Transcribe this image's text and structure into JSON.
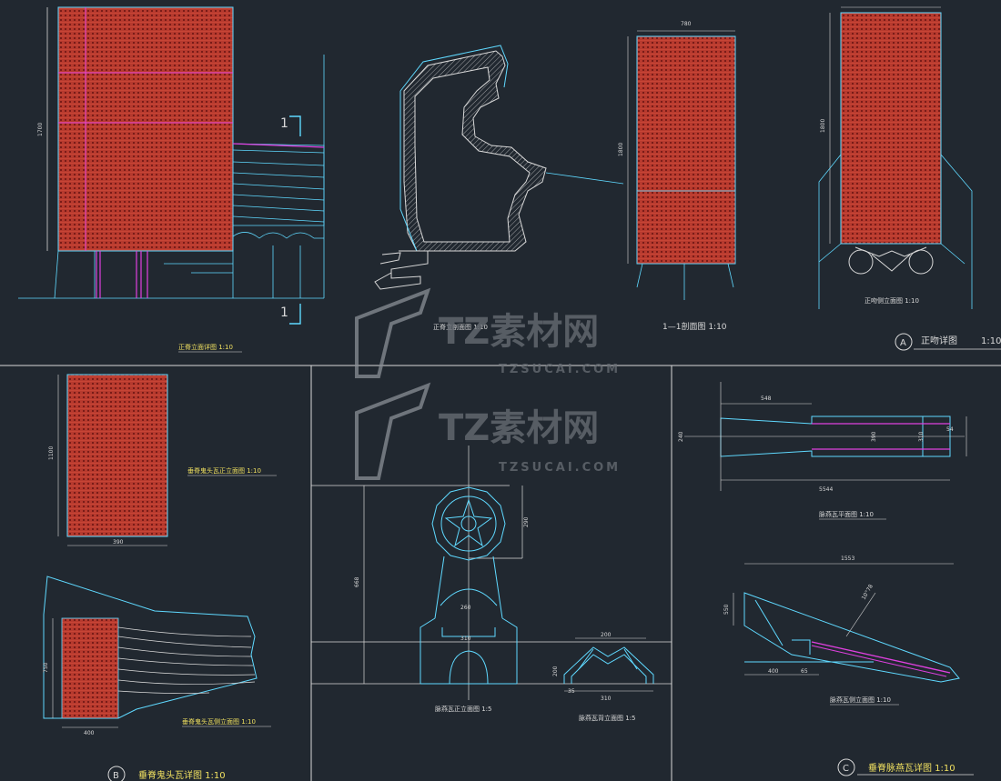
{
  "colors": {
    "background": "#212830",
    "line": "#5fd9ff",
    "line_white": "#d9d9d9",
    "hatch_red": "#c0392b",
    "hatch_dark": "#8a1f1f",
    "magenta": "#e040e0",
    "watermark": "#6a6f76"
  },
  "titles": {
    "front_elevation": "正脊立面详图 1:10",
    "front_section": "正脊立剖面图 1:10",
    "section_1_1": "1—1剖面图 1:10",
    "zhengwen_side": "正吻侧立面图 1:10",
    "zhengwen_detail": "正吻详图",
    "zhengwen_detail_scale": "1:10",
    "ridge_head_front": "垂脊鬼头瓦正立面图 1:10",
    "ridge_head_side": "垂脊鬼头瓦侧立面图 1:10",
    "ridge_head_detail": "垂脊鬼头瓦详图 1:10",
    "swallow_tile_front": "脉燕瓦正立面图 1:5",
    "swallow_tile_back": "脉燕瓦背立面图 1:5",
    "swallow_tile_plan": "脉燕瓦平面图 1:10",
    "swallow_tile_side": "脉燕瓦侧立面图 1:10",
    "ridge_swallow_detail": "垂脊脉燕瓦详图 1:10"
  },
  "markers": {
    "a": "A",
    "b": "B",
    "c": "C",
    "section_top": "1",
    "section_bottom": "1"
  },
  "dims": {
    "front_height": "1700",
    "section_height": "1800",
    "section_width": "780",
    "side_height": "1800",
    "head_front_height": "1100",
    "head_front_width": "390",
    "head_side_height": "750",
    "head_side_width": "400",
    "plan_top": "548",
    "plan_left": "240",
    "plan_mid": "390",
    "plan_right_a": "54",
    "plan_right_b": "310",
    "plan_bottom": "5544",
    "tile_front_height": "668",
    "tile_front_top": "290",
    "tile_front_mid": "260",
    "tile_front_base": "310",
    "tile_back_top": "200",
    "tile_back_bottom": "310",
    "tile_back_a": "35",
    "tile_back_b": "200",
    "side_top": "1553",
    "side_left": "550",
    "side_bottom_a": "400",
    "side_bottom_b": "65",
    "side_slope": "10°78"
  },
  "watermark": {
    "brand": "TZ素材网",
    "url": "TZSUCAI.COM"
  }
}
